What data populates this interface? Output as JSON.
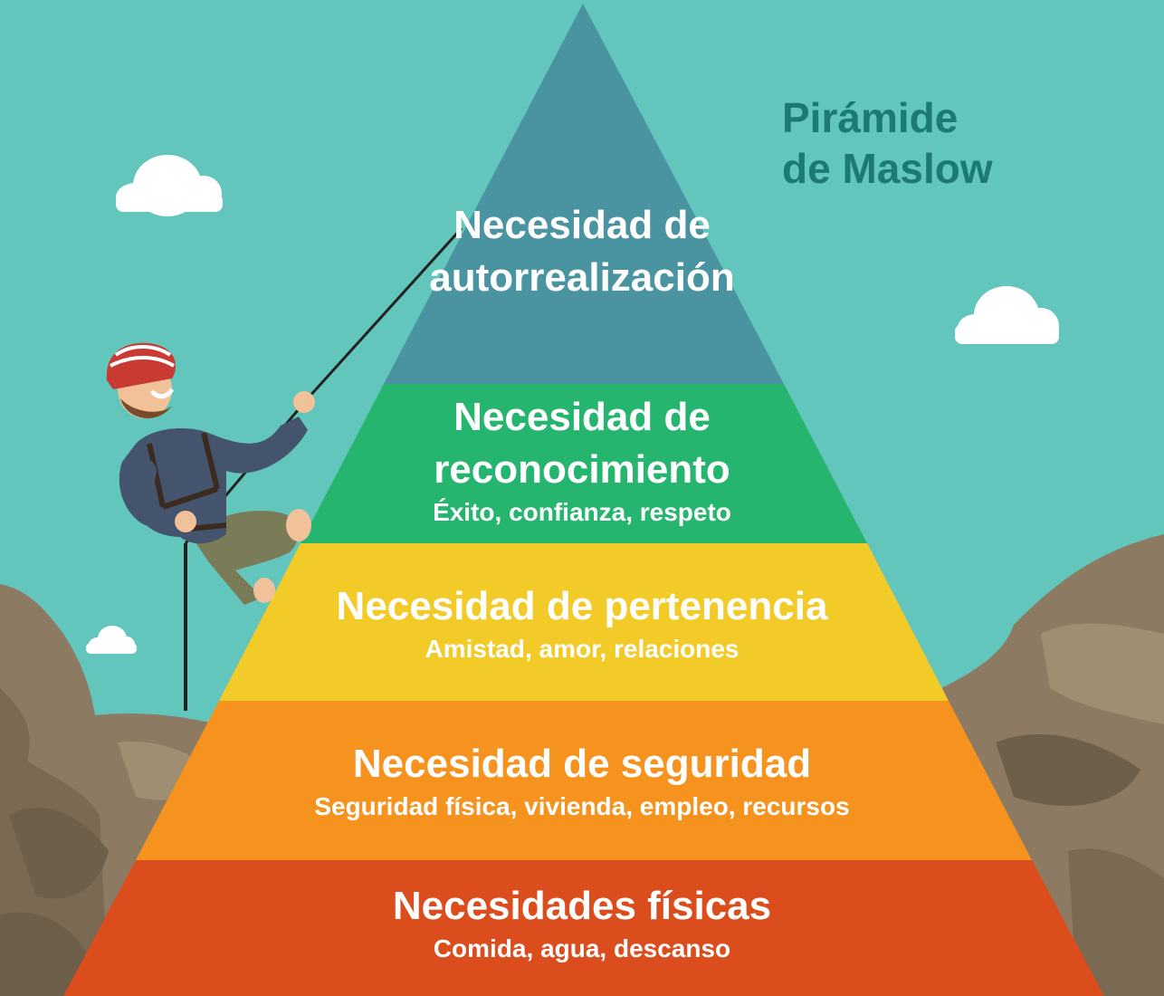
{
  "title": {
    "line1": "Pirámide",
    "line2": "de Maslow"
  },
  "levels": [
    {
      "heading_line1": "Necesidad de",
      "heading_line2": "autorrealización",
      "detail": "",
      "color": "#4a94a2"
    },
    {
      "heading_line1": "Necesidad de",
      "heading_line2": "reconocimiento",
      "detail": "Éxito, confianza, respeto",
      "color": "#25b56e"
    },
    {
      "heading_line1": "Necesidad de pertenencia",
      "heading_line2": "",
      "detail": "Amistad, amor, relaciones",
      "color": "#f3cb28"
    },
    {
      "heading_line1": "Necesidad de seguridad",
      "heading_line2": "",
      "detail": "Seguridad física, vivienda, empleo, recursos",
      "color": "#f6931f"
    },
    {
      "heading_line1": "Necesidades físicas",
      "heading_line2": "",
      "detail": "Comida, agua, descanso",
      "color": "#db4d1d"
    }
  ],
  "colors": {
    "sky": "#62c6bd",
    "rock": "#8c7b62",
    "rock_dark": "#6e5f4a",
    "title": "#1d7a72",
    "cloud": "#ffffff"
  },
  "illustration": {
    "figure": "climber-with-helmet-and-rope",
    "icons": [
      "cloud-icon",
      "cloud-icon",
      "cloud-icon"
    ]
  }
}
